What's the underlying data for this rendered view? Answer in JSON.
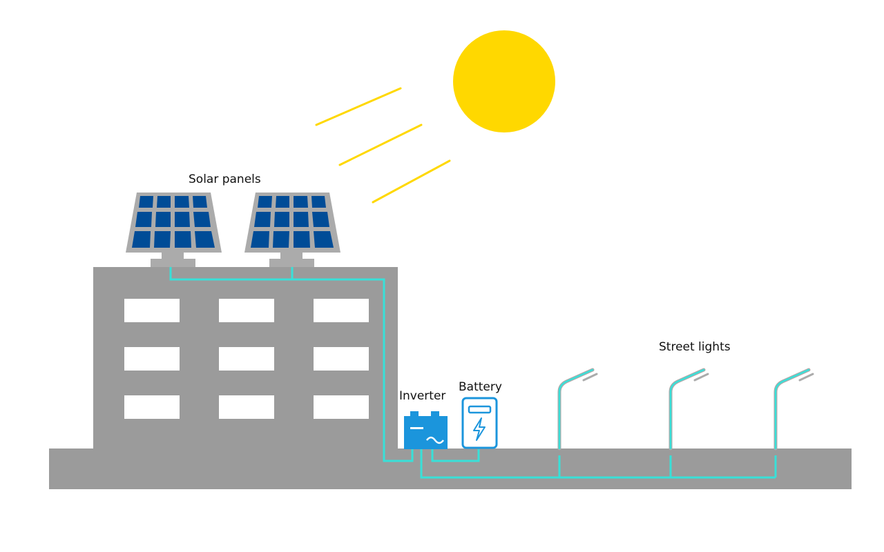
{
  "labels": {
    "solar_panels": "Solar panels",
    "inverter": "Inverter",
    "battery": "Battery",
    "street_lights": "Street lights"
  },
  "colors": {
    "sun": "#FFD800",
    "sun_rays": "#FFD800",
    "building": "#9B9B9B",
    "ground": "#9B9B9B",
    "windows": "#FFFFFF",
    "panel_frame": "#ABABAB",
    "panel_cells": "#004C97",
    "wire": "#38E0D8",
    "inverter": "#1B95DC",
    "battery": "#1B95DC"
  },
  "counts": {
    "solar_panels": 2,
    "building_windows": 9,
    "street_lights": 3,
    "sun_rays": 3
  }
}
